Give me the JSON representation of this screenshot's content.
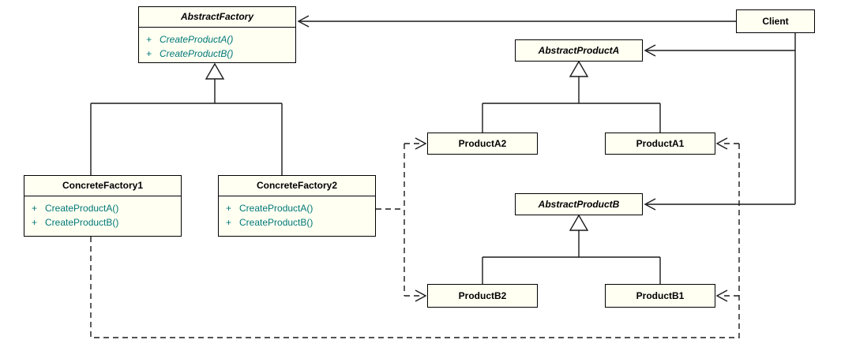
{
  "colors": {
    "background": "#ffffff",
    "box_fill": "#fffff2",
    "box_border": "#000000",
    "title_text": "#000000",
    "method_text": "#007878"
  },
  "uml": {
    "visibility": "+",
    "abstract_factory": {
      "title": "AbstractFactory",
      "methods": [
        "CreateProductA()",
        "CreateProductB()"
      ]
    },
    "client": {
      "title": "Client"
    },
    "abstract_product_a": {
      "title": "AbstractProductA"
    },
    "product_a2": {
      "title": "ProductA2"
    },
    "product_a1": {
      "title": "ProductA1"
    },
    "abstract_product_b": {
      "title": "AbstractProductB"
    },
    "product_b2": {
      "title": "ProductB2"
    },
    "product_b1": {
      "title": "ProductB1"
    },
    "concrete_factory1": {
      "title": "ConcreteFactory1",
      "methods": [
        "CreateProductA()",
        "CreateProductB()"
      ]
    },
    "concrete_factory2": {
      "title": "ConcreteFactory2",
      "methods": [
        "CreateProductA()",
        "CreateProductB()"
      ]
    }
  },
  "relationships": [
    {
      "type": "generalization",
      "from": "ConcreteFactory1",
      "to": "AbstractFactory"
    },
    {
      "type": "generalization",
      "from": "ConcreteFactory2",
      "to": "AbstractFactory"
    },
    {
      "type": "generalization",
      "from": "ProductA2",
      "to": "AbstractProductA"
    },
    {
      "type": "generalization",
      "from": "ProductA1",
      "to": "AbstractProductA"
    },
    {
      "type": "generalization",
      "from": "ProductB2",
      "to": "AbstractProductB"
    },
    {
      "type": "generalization",
      "from": "ProductB1",
      "to": "AbstractProductB"
    },
    {
      "type": "association",
      "from": "Client",
      "to": "AbstractFactory"
    },
    {
      "type": "association",
      "from": "Client",
      "to": "AbstractProductA"
    },
    {
      "type": "association",
      "from": "Client",
      "to": "AbstractProductB"
    },
    {
      "type": "dependency",
      "from": "ConcreteFactory2",
      "to": "ProductA2"
    },
    {
      "type": "dependency",
      "from": "ConcreteFactory2",
      "to": "ProductB2"
    },
    {
      "type": "dependency",
      "from": "ConcreteFactory1",
      "to": "ProductA1"
    },
    {
      "type": "dependency",
      "from": "ConcreteFactory1",
      "to": "ProductB1"
    }
  ]
}
